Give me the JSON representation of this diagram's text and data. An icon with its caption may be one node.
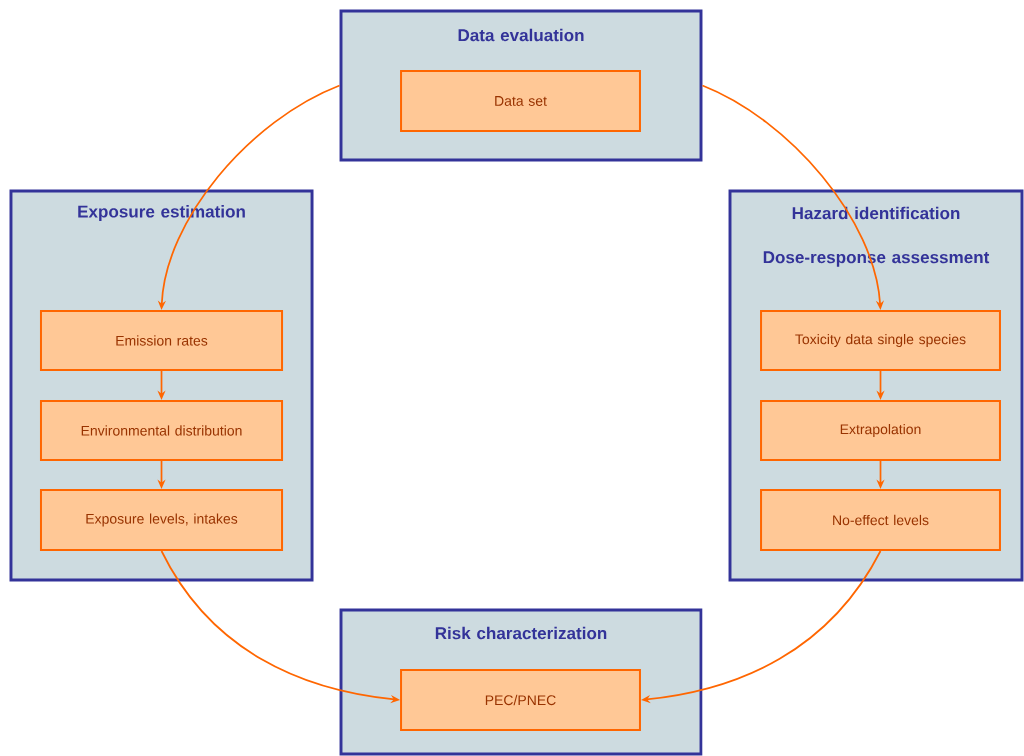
{
  "diagram": {
    "nodes": [
      {
        "text": [
          "Data evaluation"
        ]
      },
      {
        "text": [
          "Data set"
        ],
        "in": 0
      },
      {
        "text": [
          "Exposure estimation"
        ]
      },
      {
        "text": [
          "Emission rates"
        ],
        "in": 2
      },
      {
        "text": [
          "Environmental distribution"
        ],
        "in": 2
      },
      {
        "text": [
          "Exposure levels, intakes"
        ],
        "in": 2
      },
      {
        "text": [
          "Hazard identification",
          "Dose-response assessment"
        ]
      },
      {
        "text": [
          "Toxicity data single species"
        ],
        "in": 6
      },
      {
        "text": [
          "Extrapolation"
        ],
        "in": 6
      },
      {
        "text": [
          "No-effect levels"
        ],
        "in": 6
      },
      {
        "text": [
          "Risk characterization"
        ]
      },
      {
        "text": [
          "PEC/PNEC"
        ],
        "in": 10
      }
    ],
    "edges": [
      {
        "from": 0,
        "to": 3,
        "arrow": "to"
      },
      {
        "from": 0,
        "to": 7,
        "arrow": "to"
      },
      {
        "from": 3,
        "to": 4,
        "arrow": "to"
      },
      {
        "from": 4,
        "to": 5,
        "arrow": "to"
      },
      {
        "from": 7,
        "to": 8,
        "arrow": "to"
      },
      {
        "from": 8,
        "to": 9,
        "arrow": "to"
      },
      {
        "from": 5,
        "to": 11,
        "arrow": "to"
      },
      {
        "from": 9,
        "to": 11,
        "arrow": "to"
      }
    ]
  }
}
